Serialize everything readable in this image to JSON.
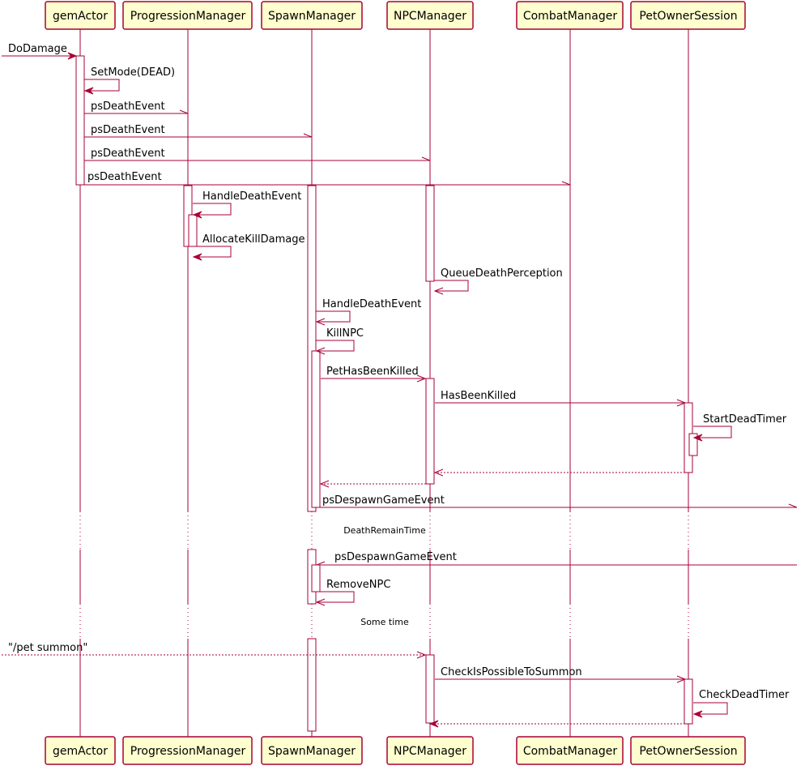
{
  "diagram": {
    "type": "sequence",
    "colors": {
      "border": "#A80036",
      "participant_fill": "#FEFECE",
      "lifeline": "#A80036"
    },
    "participants": [
      {
        "id": "gemActor",
        "label": "gemActor"
      },
      {
        "id": "ProgressionManager",
        "label": "ProgressionManager"
      },
      {
        "id": "SpawnManager",
        "label": "SpawnManager"
      },
      {
        "id": "NPCManager",
        "label": "NPCManager"
      },
      {
        "id": "CombatManager",
        "label": "CombatManager"
      },
      {
        "id": "PetOwnerSession",
        "label": "PetOwnerSession"
      }
    ],
    "messages": [
      {
        "from": "external",
        "to": "gemActor",
        "label": "DoDamage",
        "style": "solid",
        "arrow": "filled"
      },
      {
        "from": "gemActor",
        "to": "gemActor",
        "label": "SetMode(DEAD)",
        "style": "solid",
        "arrow": "filled"
      },
      {
        "from": "gemActor",
        "to": "ProgressionManager",
        "label": "psDeathEvent",
        "style": "solid",
        "arrow": "half"
      },
      {
        "from": "gemActor",
        "to": "SpawnManager",
        "label": "psDeathEvent",
        "style": "solid",
        "arrow": "half"
      },
      {
        "from": "gemActor",
        "to": "NPCManager",
        "label": "psDeathEvent",
        "style": "solid",
        "arrow": "half"
      },
      {
        "from": "gemActor",
        "to": "CombatManager",
        "label": "psDeathEvent",
        "style": "solid",
        "arrow": "half"
      },
      {
        "from": "ProgressionManager",
        "to": "ProgressionManager",
        "label": "HandleDeathEvent",
        "style": "solid",
        "arrow": "filled"
      },
      {
        "from": "ProgressionManager",
        "to": "ProgressionManager",
        "label": "AllocateKillDamage",
        "style": "solid",
        "arrow": "filled"
      },
      {
        "from": "NPCManager",
        "to": "NPCManager",
        "label": "QueueDeathPerception",
        "style": "solid",
        "arrow": "open"
      },
      {
        "from": "SpawnManager",
        "to": "SpawnManager",
        "label": "HandleDeathEvent",
        "style": "solid",
        "arrow": "open"
      },
      {
        "from": "SpawnManager",
        "to": "SpawnManager",
        "label": "KillNPC",
        "style": "solid",
        "arrow": "open"
      },
      {
        "from": "SpawnManager",
        "to": "NPCManager",
        "label": "PetHasBeenKilled",
        "style": "solid",
        "arrow": "open"
      },
      {
        "from": "NPCManager",
        "to": "PetOwnerSession",
        "label": "HasBeenKilled",
        "style": "solid",
        "arrow": "open"
      },
      {
        "from": "PetOwnerSession",
        "to": "PetOwnerSession",
        "label": "StartDeadTimer",
        "style": "solid",
        "arrow": "filled"
      },
      {
        "from": "PetOwnerSession",
        "to": "NPCManager",
        "label": "",
        "style": "dashed",
        "arrow": "open"
      },
      {
        "from": "NPCManager",
        "to": "SpawnManager",
        "label": "",
        "style": "dashed",
        "arrow": "open"
      },
      {
        "from": "SpawnManager",
        "to": "external-right",
        "label": "psDespawnGameEvent",
        "style": "solid",
        "arrow": "half"
      },
      {
        "from": "external-right",
        "to": "SpawnManager",
        "label": "psDespawnGameEvent",
        "style": "solid",
        "arrow": "half"
      },
      {
        "from": "SpawnManager",
        "to": "SpawnManager",
        "label": "RemoveNPC",
        "style": "solid",
        "arrow": "open"
      },
      {
        "from": "external",
        "to": "NPCManager",
        "label": "\"/pet summon\"",
        "style": "dashed",
        "arrow": "open"
      },
      {
        "from": "NPCManager",
        "to": "PetOwnerSession",
        "label": "CheckIsPossibleToSummon",
        "style": "solid",
        "arrow": "open"
      },
      {
        "from": "PetOwnerSession",
        "to": "PetOwnerSession",
        "label": "CheckDeadTimer",
        "style": "solid",
        "arrow": "filled"
      },
      {
        "from": "PetOwnerSession",
        "to": "NPCManager",
        "label": "",
        "style": "dashed",
        "arrow": "filled"
      }
    ],
    "delays": [
      {
        "label": "DeathRemainTime"
      },
      {
        "label": "Some time"
      }
    ]
  }
}
